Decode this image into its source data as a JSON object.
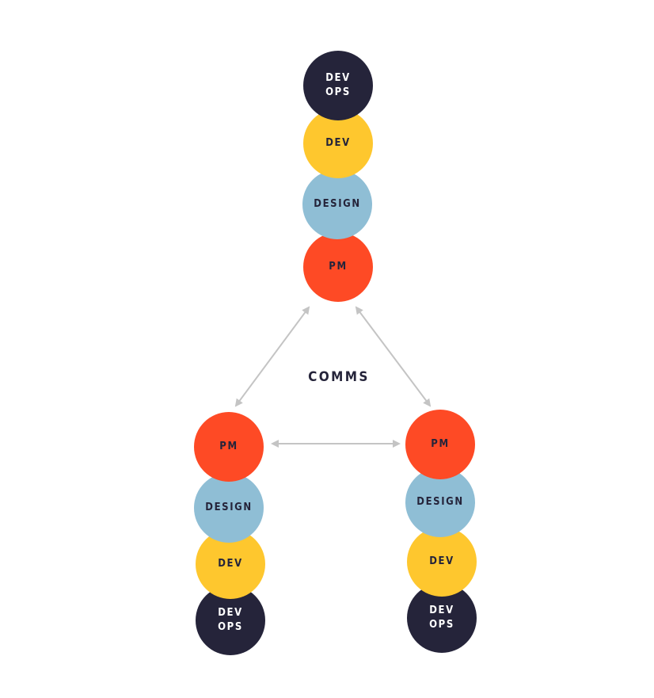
{
  "colors": {
    "devops": "#25243a",
    "dev": "#fec72e",
    "design": "#8fbed5",
    "pm": "#fe4a25",
    "arrow": "#c4c4c4"
  },
  "center_label": "COMMS",
  "teams": {
    "top": [
      "DEV\nOPS",
      "DEV",
      "DESIGN",
      "PM"
    ],
    "left": [
      "PM",
      "DESIGN",
      "DEV",
      "DEV\nOPS"
    ],
    "right": [
      "PM",
      "DESIGN",
      "DEV",
      "DEV\nOPS"
    ]
  }
}
